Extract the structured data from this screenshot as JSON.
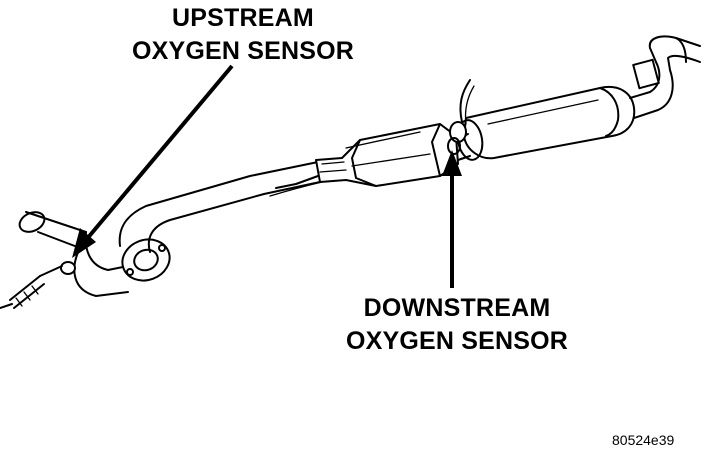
{
  "labels": {
    "upstream_line1": "UPSTREAM",
    "upstream_line2": "OXYGEN SENSOR",
    "downstream_line1": "DOWNSTREAM",
    "downstream_line2": "OXYGEN SENSOR"
  },
  "figure_code": "80524e39"
}
